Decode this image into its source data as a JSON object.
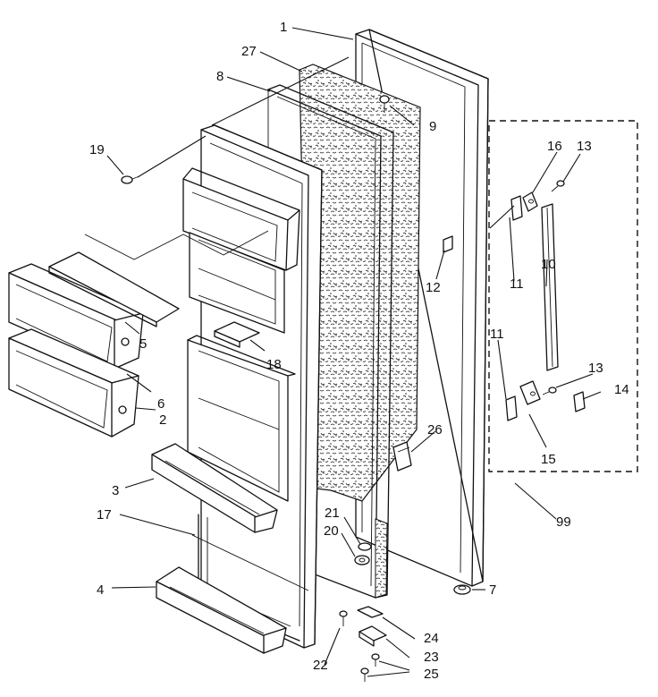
{
  "callouts": {
    "c1": "1",
    "c2": "2",
    "c3": "3",
    "c4": "4",
    "c5": "5",
    "c6": "6",
    "c7": "7",
    "c8": "8",
    "c9": "9",
    "c10": "10",
    "c11a": "11",
    "c11b": "11",
    "c12": "12",
    "c13a": "13",
    "c13b": "13",
    "c14": "14",
    "c15": "15",
    "c16": "16",
    "c17": "17",
    "c18": "18",
    "c19": "19",
    "c20": "20",
    "c21": "21",
    "c22": "22",
    "c23": "23",
    "c24": "24",
    "c25": "25",
    "c26": "26",
    "c27": "27",
    "c99": "99"
  }
}
